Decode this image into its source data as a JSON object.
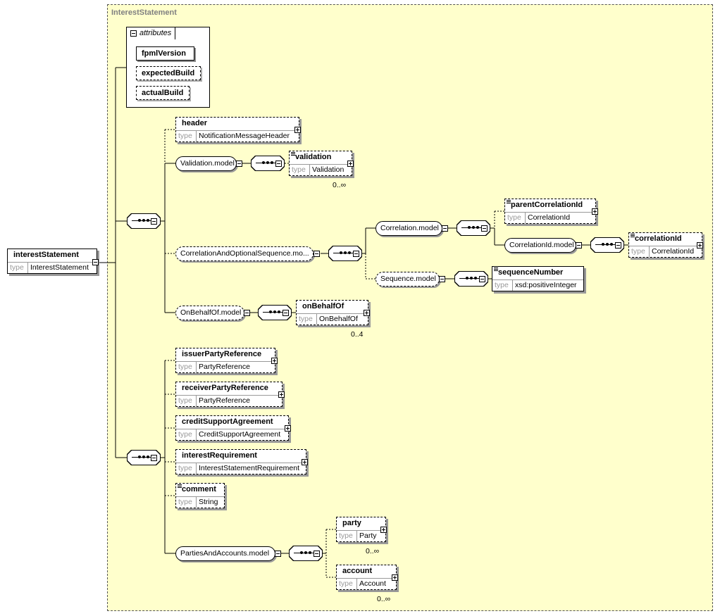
{
  "root": {
    "name": "interestStatement",
    "type_label": "type",
    "type": "InterestStatement"
  },
  "container": {
    "title": "InterestStatement"
  },
  "attributes": {
    "label": "attributes",
    "items": [
      "fpmlVersion",
      "expectedBuild",
      "actualBuild"
    ]
  },
  "elements": {
    "header": {
      "name": "header",
      "type_label": "type",
      "type": "NotificationMessageHeader"
    },
    "validation": {
      "name": "validation",
      "type_label": "type",
      "type": "Validation",
      "card": "0..∞"
    },
    "parentCorrelationId": {
      "name": "parentCorrelationId",
      "type_label": "type",
      "type": "CorrelationId"
    },
    "correlationId": {
      "name": "correlationId",
      "type_label": "type",
      "type": "CorrelationId"
    },
    "sequenceNumber": {
      "name": "sequenceNumber",
      "type_label": "type",
      "type": "xsd:positiveInteger"
    },
    "onBehalfOf": {
      "name": "onBehalfOf",
      "type_label": "type",
      "type": "OnBehalfOf",
      "card": "0..4"
    },
    "issuerPartyReference": {
      "name": "issuerPartyReference",
      "type_label": "type",
      "type": "PartyReference"
    },
    "receiverPartyReference": {
      "name": "receiverPartyReference",
      "type_label": "type",
      "type": "PartyReference"
    },
    "creditSupportAgreement": {
      "name": "creditSupportAgreement",
      "type_label": "type",
      "type": "CreditSupportAgreement"
    },
    "interestRequirement": {
      "name": "interestRequirement",
      "type_label": "type",
      "type": "InterestStatementRequirement"
    },
    "comment": {
      "name": "comment",
      "type_label": "type",
      "type": "String"
    },
    "party": {
      "name": "party",
      "type_label": "type",
      "type": "Party",
      "card": "0..∞"
    },
    "account": {
      "name": "account",
      "type_label": "type",
      "type": "Account",
      "card": "0..∞"
    }
  },
  "groups": {
    "validationModel": "Validation.model",
    "correlationAndOptionalSequence": "CorrelationAndOptionalSequence.mo...",
    "correlationModel": "Correlation.model",
    "correlationIdModel": "CorrelationId.model",
    "sequenceModel": "Sequence.model",
    "onBehalfOfModel": "OnBehalfOf.model",
    "partiesAndAccountsModel": "PartiesAndAccounts.model"
  }
}
